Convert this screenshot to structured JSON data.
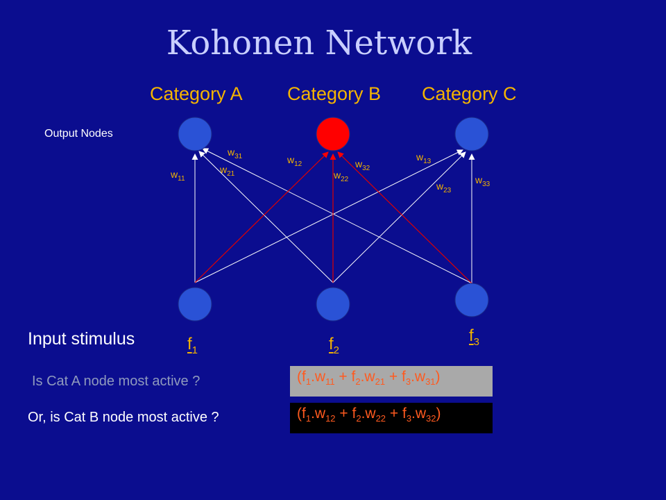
{
  "title": "Kohonen Network",
  "categories": [
    "Category A",
    "Category B",
    "Category C"
  ],
  "output_nodes_label": "Output Nodes",
  "weights": {
    "w11": {
      "base": "w",
      "sub": "11"
    },
    "w21": {
      "base": "w",
      "sub": "21"
    },
    "w31": {
      "base": "w",
      "sub": "31"
    },
    "w12": {
      "base": "w",
      "sub": "12"
    },
    "w22": {
      "base": "w",
      "sub": "22"
    },
    "w32": {
      "base": "w",
      "sub": "32"
    },
    "w13": {
      "base": "w",
      "sub": "13"
    },
    "w23": {
      "base": "w",
      "sub": "23"
    },
    "w33": {
      "base": "w",
      "sub": "33"
    }
  },
  "inputs": [
    {
      "base": "f",
      "sub": "1"
    },
    {
      "base": "f",
      "sub": "2"
    },
    {
      "base": "f",
      "sub": "3"
    }
  ],
  "input_label": "Input stimulus",
  "question_a": "Is Cat A node most active ?",
  "question_b": "Or, is Cat B node most active ?",
  "formula_a": {
    "open": "(",
    "f1": "f",
    "s1": "1",
    "w1": ".w",
    "ws1": "11",
    "p1": " + ",
    "f2": "f",
    "s2": "2",
    "w2": ".w",
    "ws2": "21",
    "p2": " + ",
    "f3": "f",
    "s3": "3",
    "w3": ".w",
    "ws3": "31",
    "close": ")"
  },
  "formula_b": {
    "open": "(",
    "f1": "f",
    "s1": "1",
    "w1": ".w",
    "ws1": "12",
    "p1": " + ",
    "f2": "f",
    "s2": "2",
    "w2": ".w",
    "ws2": "22",
    "p2": " + ",
    "f3": "f",
    "s3": "3",
    "w3": ".w",
    "ws3": "32",
    "close": ")"
  },
  "colors": {
    "background": "#0b0d8f",
    "node": "#2a52d6",
    "active_node": "#ff0000",
    "category_text": "#f4b400",
    "formula_text": "#ff5a1f",
    "connection": "#ffffff",
    "active_connection": "#e00000"
  }
}
